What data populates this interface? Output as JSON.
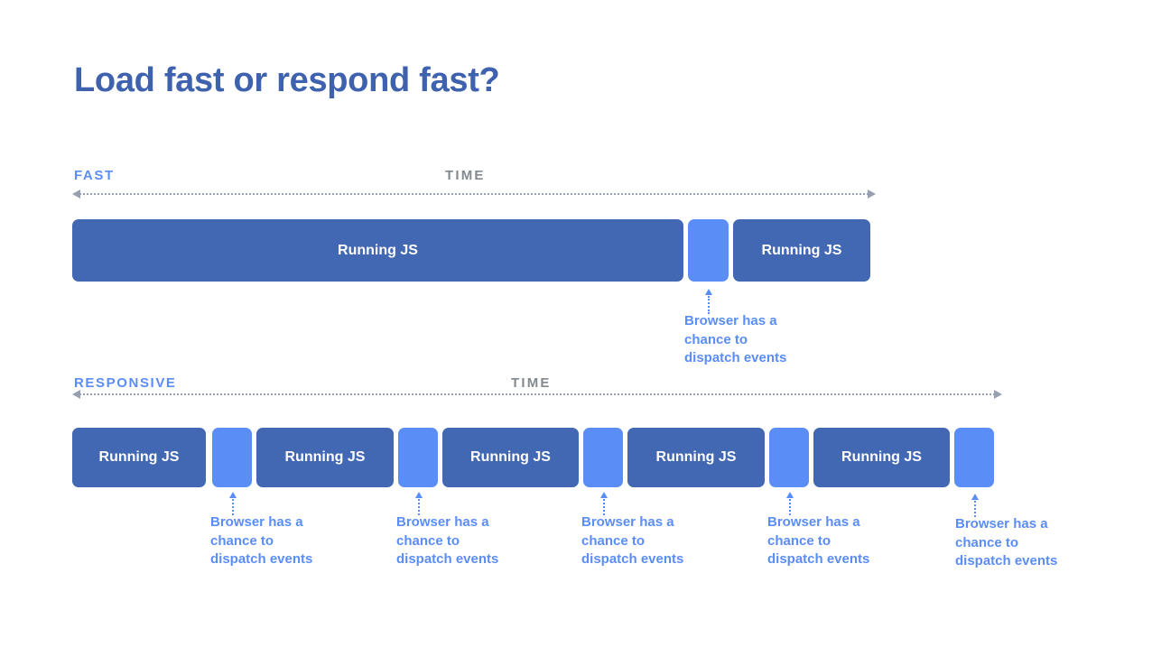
{
  "slide": {
    "title": "Load fast or respond fast?",
    "background": "#ffffff",
    "colors": {
      "title": "#3f62ae",
      "js_block": "#4267b3",
      "gap_block": "#5b8df7",
      "accent_blue": "#5b8df7",
      "axis_gray": "#97a0b0",
      "time_label_gray": "#82898f"
    }
  },
  "sections": [
    {
      "id": "fast",
      "label": "FAST",
      "time_label": "TIME",
      "blocks": [
        {
          "kind": "js",
          "label": "Running JS"
        },
        {
          "kind": "gap",
          "label": ""
        },
        {
          "kind": "js",
          "label": "Running JS"
        }
      ],
      "annotations": [
        {
          "text_lines": [
            "Browser has a",
            "chance to",
            "dispatch events"
          ]
        }
      ]
    },
    {
      "id": "responsive",
      "label": "RESPONSIVE",
      "time_label": "TIME",
      "blocks": [
        {
          "kind": "js",
          "label": "Running JS"
        },
        {
          "kind": "gap",
          "label": ""
        },
        {
          "kind": "js",
          "label": "Running JS"
        },
        {
          "kind": "gap",
          "label": ""
        },
        {
          "kind": "js",
          "label": "Running JS"
        },
        {
          "kind": "gap",
          "label": ""
        },
        {
          "kind": "js",
          "label": "Running JS"
        },
        {
          "kind": "gap",
          "label": ""
        },
        {
          "kind": "js",
          "label": "Running JS"
        },
        {
          "kind": "gap",
          "label": ""
        }
      ],
      "annotations": [
        {
          "text_lines": [
            "Browser has a",
            "chance to",
            "dispatch events"
          ]
        },
        {
          "text_lines": [
            "Browser has a",
            "chance to",
            "dispatch events"
          ]
        },
        {
          "text_lines": [
            "Browser has a",
            "chance to",
            "dispatch events"
          ]
        },
        {
          "text_lines": [
            "Browser has a",
            "chance to",
            "dispatch events"
          ]
        },
        {
          "text_lines": [
            "Browser has a",
            "chance to",
            "dispatch events"
          ]
        }
      ]
    }
  ]
}
